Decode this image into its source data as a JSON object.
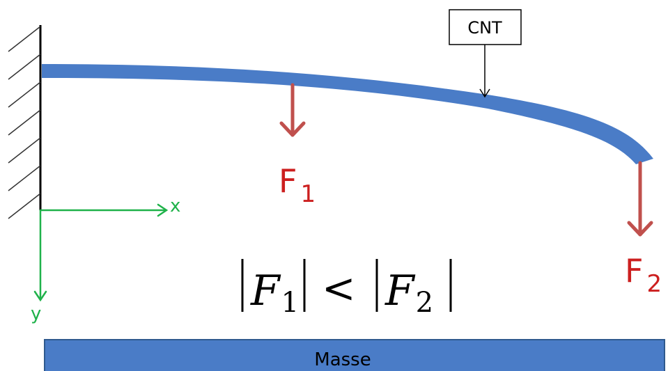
{
  "labels": {
    "cnt": "CNT",
    "axis_x": "x",
    "axis_y": "y",
    "force1_letter": "F",
    "force1_sub": "1",
    "force2_letter": "F",
    "force2_sub": "2",
    "mass": "Masse"
  },
  "equation": {
    "lhs_letter": "F",
    "lhs_sub": "1",
    "operator": "<",
    "rhs_letter": "F",
    "rhs_sub": "2"
  },
  "colors": {
    "beam": "#4a7cc7",
    "force": "#c0504d",
    "force_text": "#cc1f1f",
    "axis": "#1fb24a",
    "wall": "#000000",
    "mass_fill": "#4a7cc7",
    "mass_border": "#2f5a8e"
  }
}
